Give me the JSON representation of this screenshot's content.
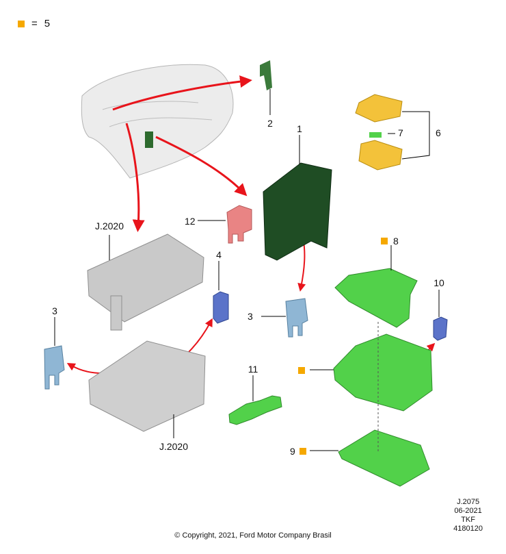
{
  "legend": {
    "symbol_color": "#f5a800",
    "equals": "=",
    "value": "5"
  },
  "labels": {
    "l1": "1",
    "l2": "2",
    "l3a": "3",
    "l3b": "3",
    "l4": "4",
    "l6": "6",
    "l7": "7",
    "l8": "8",
    "l9": "9",
    "l10": "10",
    "l11": "11",
    "l12": "12",
    "j2020_top": "J.2020",
    "j2020_bottom": "J.2020"
  },
  "meta": {
    "ref": "J.2075",
    "date": "06-2021",
    "code": "TKF",
    "number": "4180120"
  },
  "copyright": "© Copyright, 2021, Ford Motor Company Brasil",
  "colors": {
    "arrow": "#e8141b",
    "dark_green": "#1f4d24",
    "light_green": "#52d14a",
    "yellow": "#f3c23a",
    "light_blue": "#8fb6d4",
    "blue": "#5b73c9",
    "pink": "#e98484",
    "gray": "#c9c9c9",
    "orange_marker": "#f5a800"
  }
}
